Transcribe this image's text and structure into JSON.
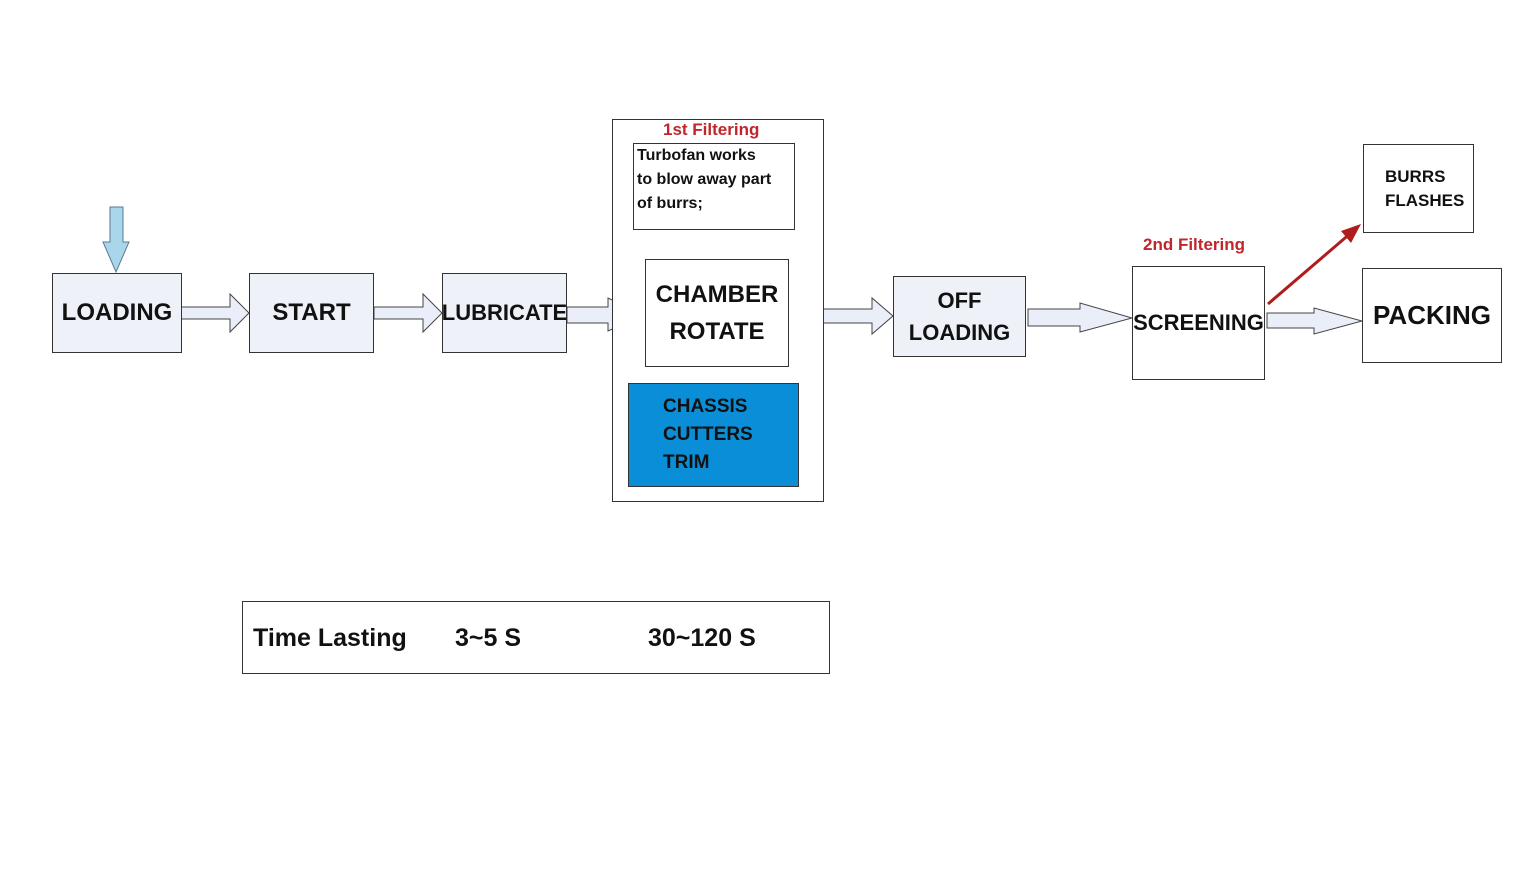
{
  "steps": {
    "loading": "LOADING",
    "start": "START",
    "lubricate": "LUBRICATE",
    "chamber": [
      "CHAMBER",
      "ROTATE"
    ],
    "off_loading": [
      "OFF",
      "LOADING"
    ],
    "screening": "SCREENING",
    "packing": "PACKING"
  },
  "filter1": {
    "title": "1st Filtering",
    "note": [
      "Turbofan works",
      "to blow away part",
      "of burrs;"
    ],
    "chassis": [
      "CHASSIS",
      "CUTTERS",
      "TRIM"
    ]
  },
  "filter2": {
    "title": "2nd Filtering",
    "output": [
      "BURRS",
      "FLASHES"
    ]
  },
  "timing": {
    "label": "Time Lasting",
    "short": "3~5 S",
    "long": "30~120 S"
  },
  "colors": {
    "step_fill": "#eef1f8",
    "arrow_fill": "#e9eef8",
    "input_arrow": "#a9d6ea",
    "chassis_fill": "#0a8ed8",
    "filter_text": "#c0262b",
    "reject_arrow": "#b01c1c"
  }
}
